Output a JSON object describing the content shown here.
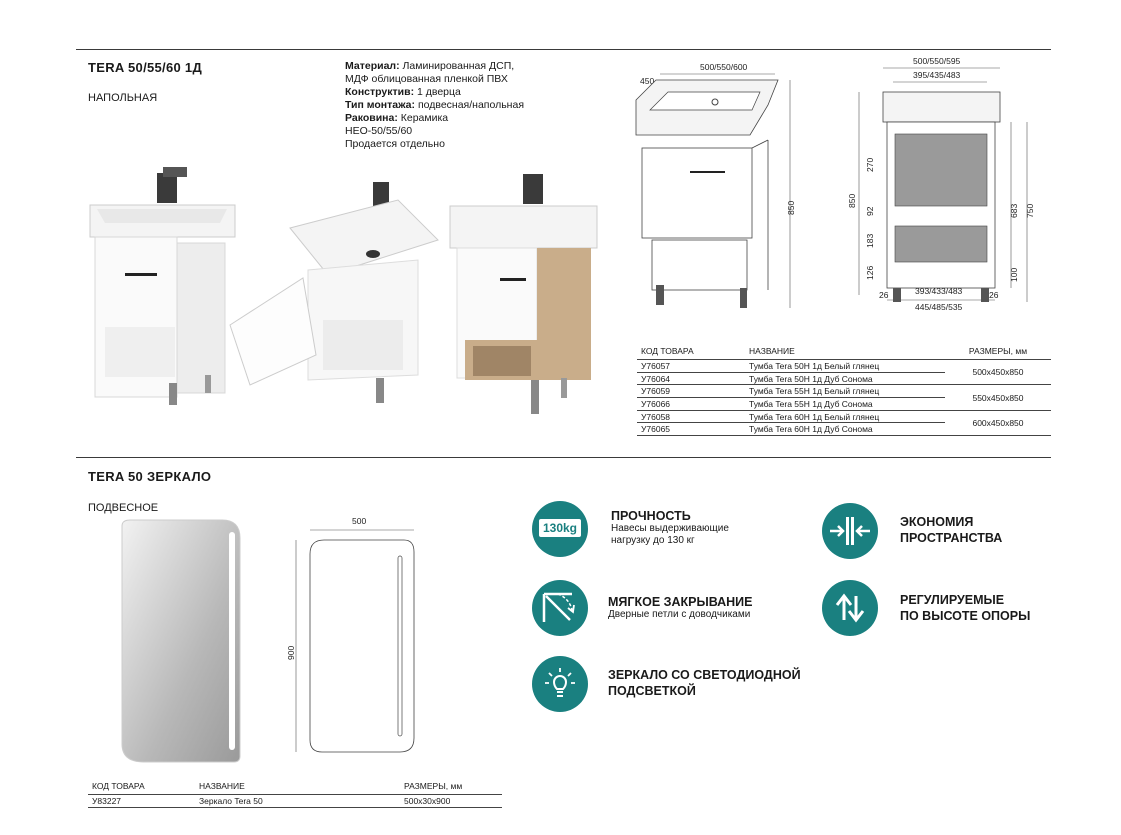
{
  "product": {
    "title": "TERA 50/55/60  1Д",
    "subtitle": "НАПОЛЬНАЯ",
    "specs": [
      {
        "label": "Материал:",
        "value": "Ламинированная ДСП,"
      },
      {
        "label": "",
        "value": "МДФ облицованная пленкой ПВХ"
      },
      {
        "label": "Конструктив:",
        "value": "1 дверца"
      },
      {
        "label": "Тип монтажа:",
        "value": "подвесная/напольная"
      },
      {
        "label": "Раковина:",
        "value": "Керамика"
      },
      {
        "label": "",
        "value": "НЕО-50/55/60"
      },
      {
        "label": "",
        "value": "Продается отдельно"
      }
    ]
  },
  "cabinet_drawing": {
    "depth": "450",
    "width": "500/550/600",
    "height": "850"
  },
  "front_drawing": {
    "top_width": "500/550/595",
    "inner_width": "395/435/483",
    "height_left": "850",
    "seg_1": "270",
    "seg_2": "92",
    "seg_3": "183",
    "seg_4": "126",
    "right_1": "683",
    "right_2": "750",
    "right_3": "100",
    "bottom_inner": "393/433/483",
    "bottom_outer": "445/485/535",
    "side_left": "26",
    "side_right": "26"
  },
  "cabinet_table": {
    "headers": [
      "КОД ТОВАРА",
      "НАЗВАНИЕ",
      "РАЗМЕРЫ, мм"
    ],
    "rows": [
      [
        "У76057",
        "Тумба Tera 50Н 1д Белый глянец"
      ],
      [
        "У76064",
        "Тумба Tera 50Н 1д Дуб Сонома"
      ],
      [
        "У76059",
        "Тумба Tera 55Н 1д Белый глянец"
      ],
      [
        "У76066",
        "Тумба Tera 55Н 1д Дуб Сонома"
      ],
      [
        "У76058",
        "Тумба Tera 60Н 1д Белый глянец"
      ],
      [
        "У76065",
        "Тумба Tera 60Н 1д Дуб Сонома"
      ]
    ],
    "sizes": [
      "500x450x850",
      "550x450x850",
      "600x450x850"
    ]
  },
  "mirror": {
    "title": "TERA 50 ЗЕРКАЛО",
    "subtitle": "ПОДВЕСНОЕ",
    "width": "500",
    "height": "900"
  },
  "mirror_table": {
    "headers": [
      "КОД ТОВАРА",
      "НАЗВАНИЕ",
      "РАЗМЕРЫ, мм"
    ],
    "rows": [
      [
        "У83227",
        "Зеркало Tera 50",
        "500x30x900"
      ]
    ]
  },
  "features": [
    {
      "icon": "weight-130kg-icon",
      "badge": "130kg",
      "title": "ПРОЧНОСТЬ",
      "desc1": "Навесы выдерживающие",
      "desc2": "нагрузку до 130 кг"
    },
    {
      "icon": "space-saving-icon",
      "title1": "ЭКОНОМИЯ",
      "title2": "ПРОСТРАНСТВА"
    },
    {
      "icon": "soft-close-icon",
      "title": "МЯГКОЕ ЗАКРЫВАНИЕ",
      "desc1": "Дверные петли с доводчиками"
    },
    {
      "icon": "adjustable-legs-icon",
      "title1": "РЕГУЛИРУЕМЫЕ",
      "title2": "ПО ВЫСОТЕ ОПОРЫ"
    },
    {
      "icon": "led-bulb-icon",
      "title1": "ЗЕРКАЛО СО СВЕТОДИОДНОЙ",
      "title2": "ПОДСВЕТКОЙ"
    }
  ],
  "colors": {
    "accent": "#1a8080",
    "rule": "#3a3a3a",
    "wood": "#c9ad8a"
  }
}
